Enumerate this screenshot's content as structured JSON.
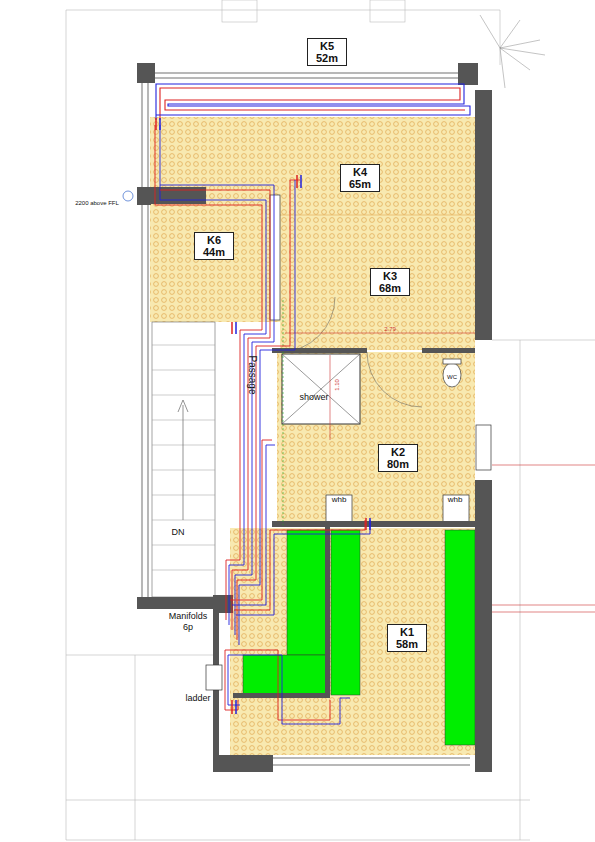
{
  "diagram": {
    "nodes": [
      {
        "text": [
          "K5",
          "52m"
        ]
      },
      {
        "text": [
          "K4",
          "65m"
        ]
      },
      {
        "text": [
          "K6",
          "44m"
        ]
      },
      {
        "text": [
          "K3",
          "68m"
        ]
      },
      {
        "text": [
          "K2",
          "80m"
        ]
      },
      {
        "text": [
          "K1",
          "58m"
        ]
      }
    ],
    "labels": [
      "2200 above FFL",
      "Passage",
      "shower",
      "WC",
      "whb",
      "whb",
      "DN",
      "Manifolds 6p",
      "ladder",
      "2.79",
      "1.10"
    ]
  }
}
